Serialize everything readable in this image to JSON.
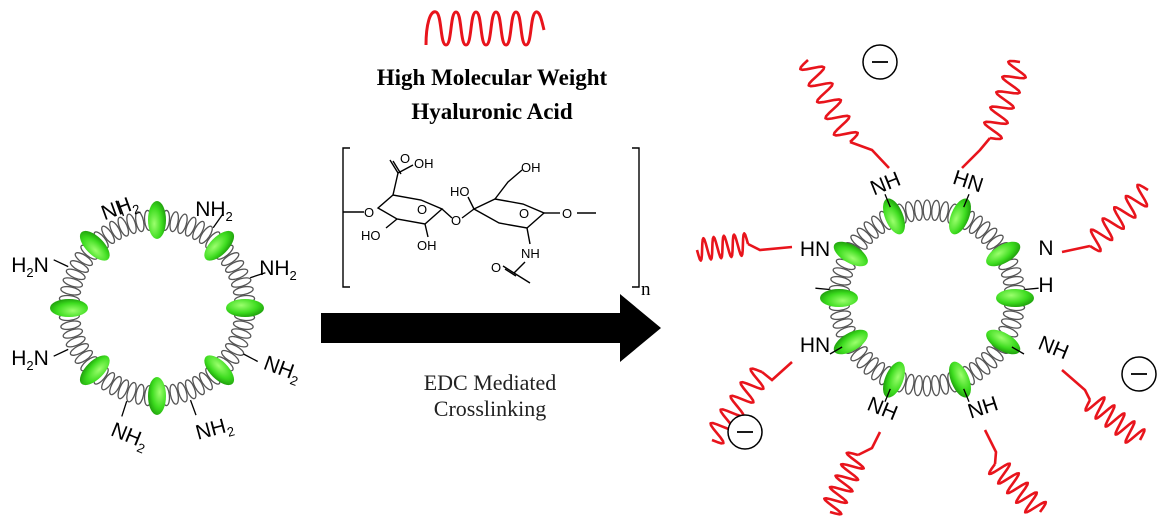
{
  "reagent": {
    "title_line1": "High Molecular Weight",
    "title_line2": "Hyaluronic Acid",
    "repeat_subscript": "n",
    "structure_labels": {
      "cooh_o": "O",
      "cooh_oh": "OH",
      "ho_left": "HO",
      "ring_o_left": "O",
      "oh_bottom": "OH",
      "linker_o": "O",
      "ho_right": "HO",
      "ring_o_right": "O",
      "ch2oh_oh": "OH",
      "nh": "NH",
      "carbonyl_o": "O"
    }
  },
  "reaction": {
    "label_line1": "EDC Mediated",
    "label_line2": "Crosslinking"
  },
  "reactant_particle": {
    "amine_labels": [
      "NH2",
      "NH2",
      "NH2",
      "NH2",
      "NH2",
      "NH2",
      "H2N",
      "H2N"
    ]
  },
  "product_particle": {
    "amide_labels": [
      "NH",
      "HN",
      "N",
      "H",
      "NH",
      "NH",
      "NH",
      "HN",
      "HN"
    ],
    "charge_symbol": "−"
  },
  "colors": {
    "polymer_red": "#e8141c",
    "protein_green": "#3ddc1f",
    "lipid_gray": "#555555",
    "arrow_black": "#000000"
  }
}
